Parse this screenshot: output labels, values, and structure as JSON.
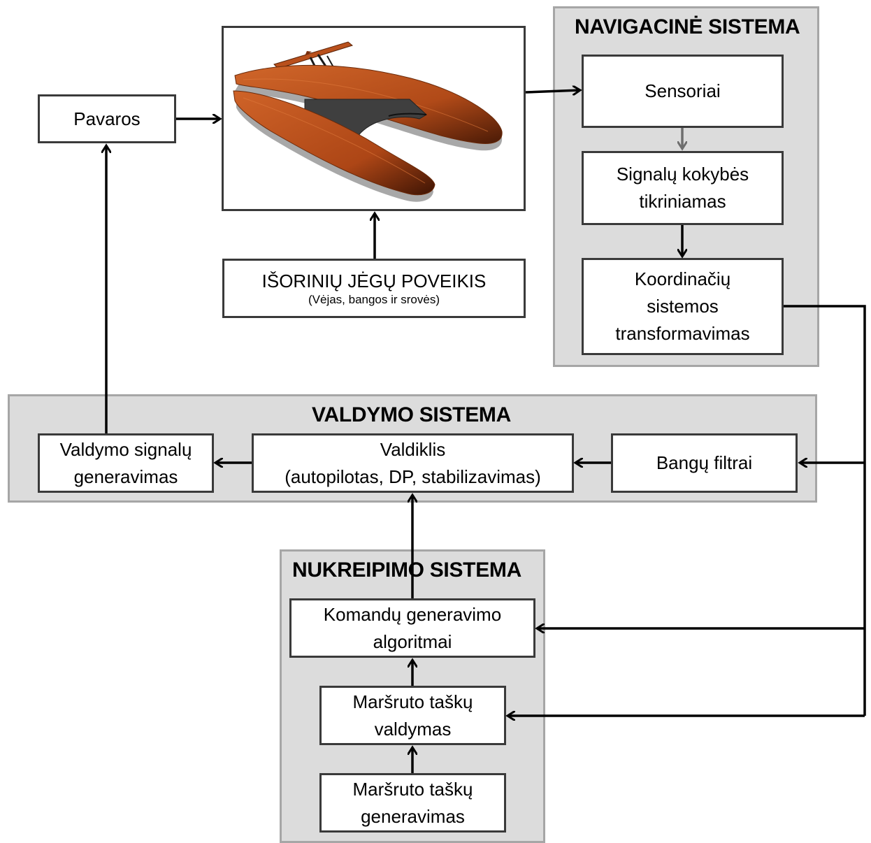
{
  "groups": {
    "navigation": {
      "title": "NAVIGACINĖ SISTEMA"
    },
    "control": {
      "title": "VALDYMO SISTEMA"
    },
    "guidance": {
      "title": "NUKREIPIMO SISTEMA"
    }
  },
  "blocks": {
    "actuators": {
      "label": "Pavaros"
    },
    "external_forces": {
      "title": "IŠORINIŲ JĖGŲ POVEIKIS",
      "subtitle": "(Vėjas, bangos ir srovės)"
    },
    "sensors": {
      "label": "Sensoriai"
    },
    "signal_quality": {
      "line1": "Signalų kokybės",
      "line2": "tikriniamas"
    },
    "coordinate_transform": {
      "line1": "Koordinačių",
      "line2": "sistemos",
      "line3": "transformavimas"
    },
    "control_signal_generation": {
      "line1": "Valdymo signalų",
      "line2": "generavimas"
    },
    "controller": {
      "line1": "Valdiklis",
      "line2": "(autopilotas, DP, stabilizavimas)"
    },
    "wave_filters": {
      "label": "Bangų filtrai"
    },
    "command_algorithms": {
      "line1": "Komandų generavimo",
      "line2": "algoritmai"
    },
    "waypoint_control": {
      "line1": "Maršruto taškų",
      "line2": "valdymas"
    },
    "waypoint_generation": {
      "line1": "Maršruto taškų",
      "line2": "generavimas"
    }
  },
  "colors": {
    "group_fill": "#dcdcdc",
    "group_border": "#a6a6a6",
    "box_border": "#3a3a3a",
    "hull_orange": "#b9501c",
    "hull_grey": "#9a9a9a",
    "deck_dark": "#3c3c3c"
  },
  "icons": {
    "vessel": "catamaran-3d-render"
  }
}
